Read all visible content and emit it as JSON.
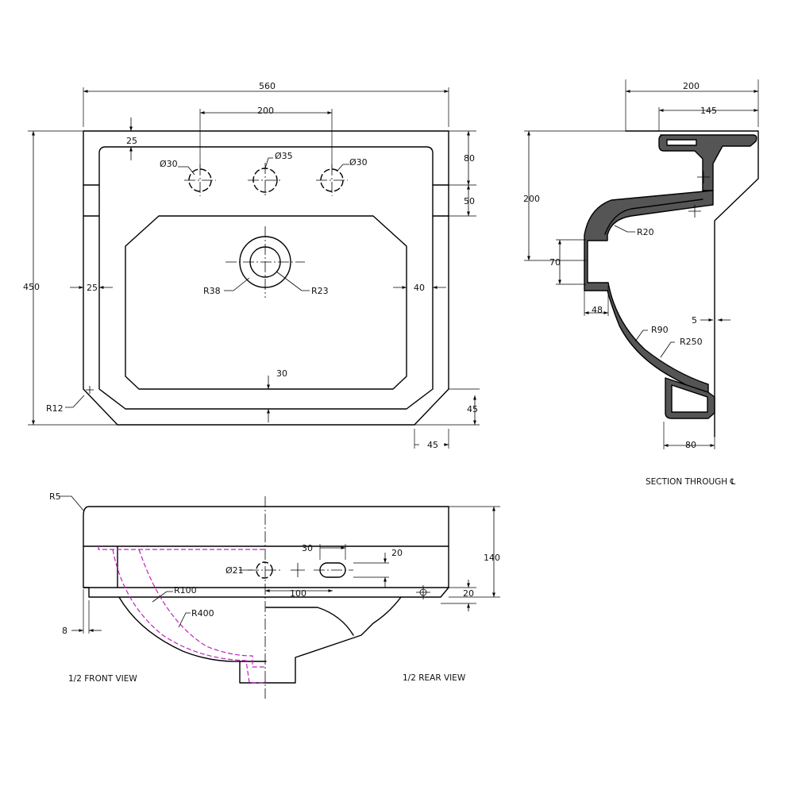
{
  "top_view": {
    "dims": {
      "overall_width": "560",
      "tap_spacing": "200",
      "top_margin": "25",
      "tap_hole_left": "Ø30",
      "tap_hole_center": "Ø35",
      "tap_hole_right": "Ø30",
      "rear_depth": "80",
      "step_50": "50",
      "overall_depth": "450",
      "side_margin": "25",
      "waste_outer": "R38",
      "waste_inner": "R23",
      "bowl_side": "40",
      "front_margin": "30",
      "corner_radius": "R12",
      "chamfer_height": "45",
      "chamfer_width": "45"
    }
  },
  "section_view": {
    "dims": {
      "overall_depth": "200",
      "top_depth": "145",
      "height": "200",
      "inner_radius": "R20",
      "waste_height": "70",
      "waste_depth": "48",
      "wall_gap": "5",
      "bowl_radius": "R90",
      "outer_radius": "R250",
      "base_width": "80"
    },
    "caption": "SECTION THROUGH ℄"
  },
  "front_view": {
    "dims": {
      "edge_radius": "R5",
      "hole_dia": "Ø21",
      "inner_radius": "R100",
      "outer_radius": "R400",
      "rim_thickness": "8",
      "slot_width": "30",
      "slot_height": "20",
      "slot_offset": "100",
      "overall_height": "140",
      "base_offset": "20"
    },
    "caption_front": "1/2 FRONT VIEW",
    "caption_rear": "1/2 REAR VIEW"
  }
}
